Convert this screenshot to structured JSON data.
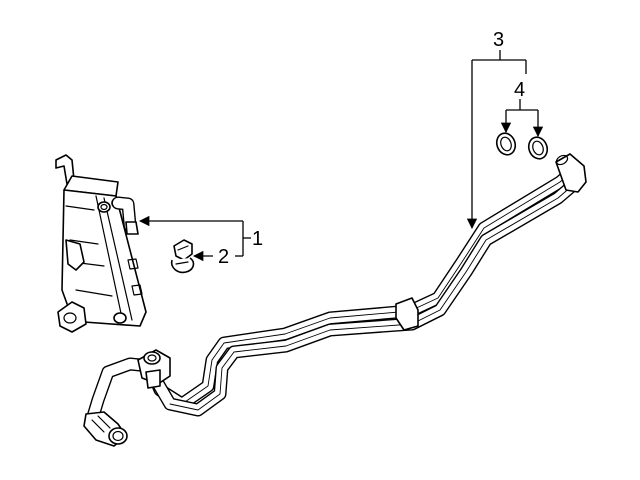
{
  "callouts": {
    "one": "1",
    "two": "2",
    "three": "3",
    "four": "4"
  },
  "icons": [
    "oil-cooler-icon",
    "retaining-clip-icon",
    "cooler-line-icon",
    "o-ring-icon"
  ],
  "colors": {
    "ink": "#000000",
    "background": "#ffffff"
  }
}
